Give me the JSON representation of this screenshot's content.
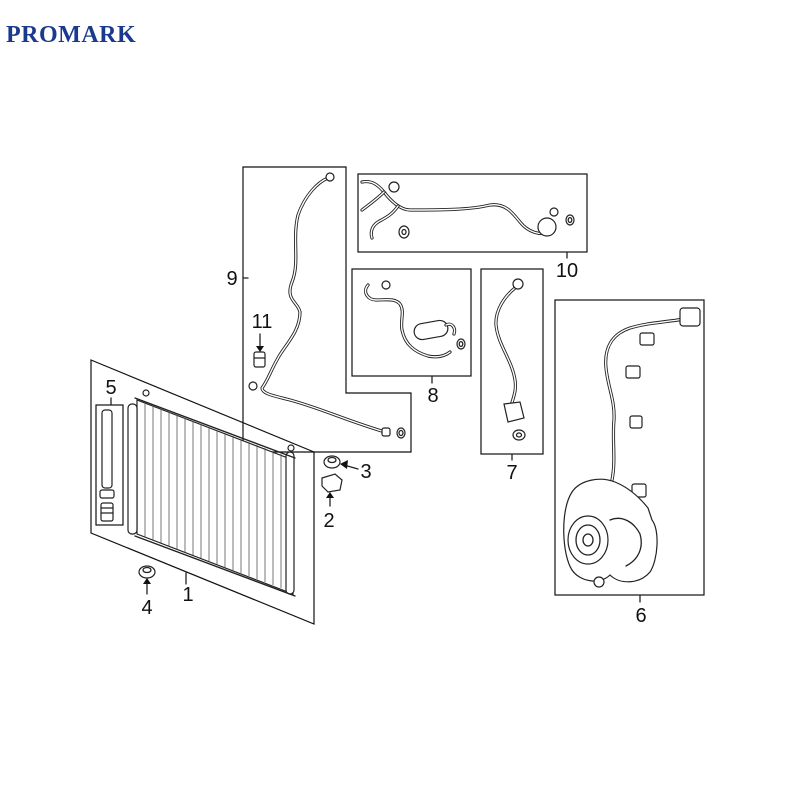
{
  "brand": {
    "name": "PROMARK",
    "color": "#1a3a8f"
  },
  "callouts": {
    "c1": "1",
    "c2": "2",
    "c3": "3",
    "c4": "4",
    "c5": "5",
    "c6": "6",
    "c7": "7",
    "c8": "8",
    "c9": "9",
    "c10": "10",
    "c11": "11"
  }
}
